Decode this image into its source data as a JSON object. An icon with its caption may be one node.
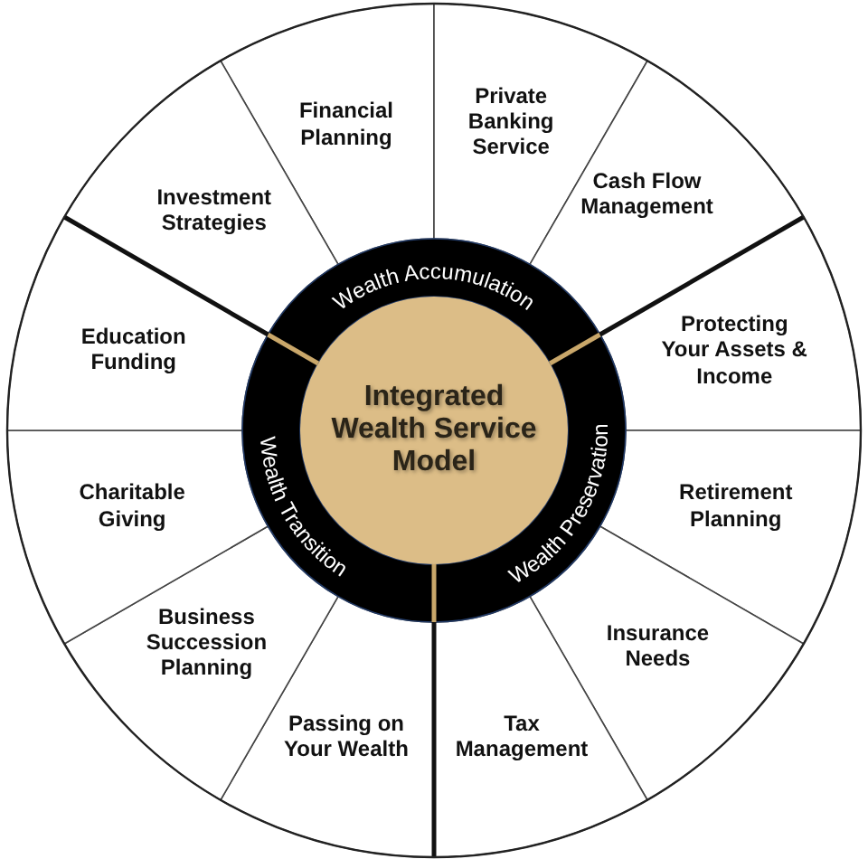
{
  "diagram": {
    "nodes": [
      {
        "text": [
          "Integrated Wealth Service Model"
        ]
      },
      {
        "text": [
          "Wealth Accumulation"
        ]
      },
      {
        "text": [
          "Wealth Preservation"
        ]
      },
      {
        "text": [
          "Wealth Transition"
        ]
      },
      {
        "text": [
          "Financial Planning"
        ]
      },
      {
        "text": [
          "Private Banking Service"
        ]
      },
      {
        "text": [
          "Cash Flow Management"
        ]
      },
      {
        "text": [
          "Protecting Your Assets & Income"
        ]
      },
      {
        "text": [
          "Retirement Planning"
        ]
      },
      {
        "text": [
          "Insurance Needs"
        ]
      },
      {
        "text": [
          "Tax Management"
        ]
      },
      {
        "text": [
          "Passing on Your Wealth"
        ]
      },
      {
        "text": [
          "Business Succession Planning"
        ]
      },
      {
        "text": [
          "Charitable Giving"
        ]
      },
      {
        "text": [
          "Education Funding"
        ]
      },
      {
        "text": [
          "Investment Strategies"
        ]
      }
    ]
  }
}
